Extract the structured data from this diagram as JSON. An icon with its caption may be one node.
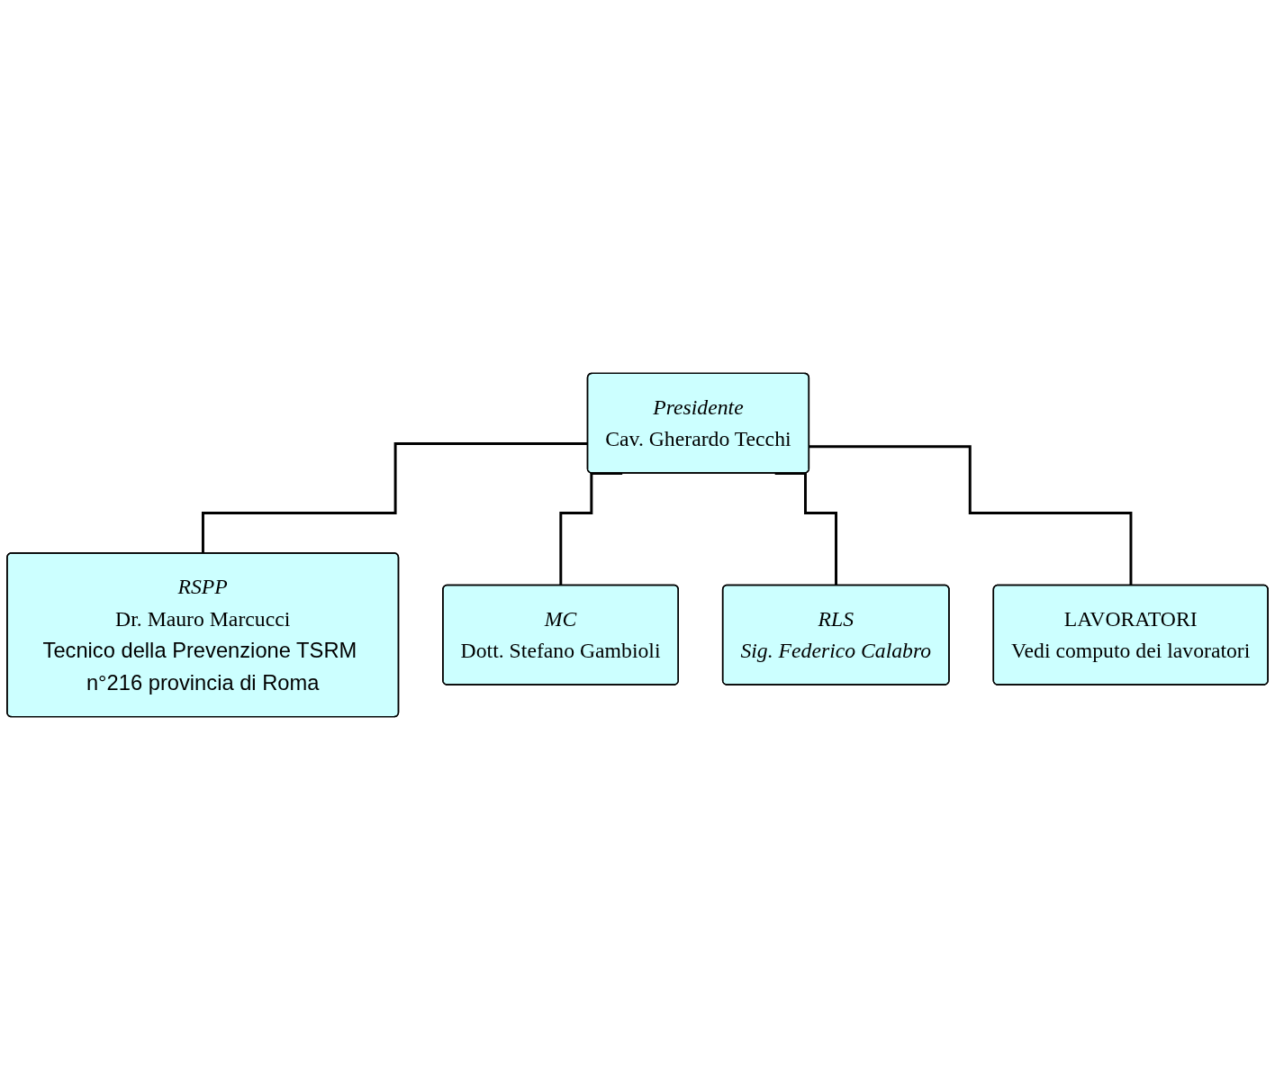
{
  "diagram": {
    "nodes": [
      {
        "text": [
          "Presidente",
          "Cav. Gherardo Tecchi"
        ]
      },
      {
        "text": [
          "RSPP",
          "Dr. Mauro Marcucci",
          "Tecnico della Prevenzione TSRM n°216 provincia di Roma"
        ]
      },
      {
        "text": [
          "MC",
          "Dott. Stefano Gambioli"
        ]
      },
      {
        "text": [
          "RLS",
          "Sig. Federico Calabro"
        ]
      },
      {
        "text": [
          "LAVORATORI",
          "Vedi computo dei lavoratori"
        ]
      }
    ],
    "edges": [
      {
        "from": 0,
        "to": 1,
        "arrow": "none"
      },
      {
        "from": 0,
        "to": 2,
        "arrow": "none"
      },
      {
        "from": 0,
        "to": 3,
        "arrow": "none"
      },
      {
        "from": 0,
        "to": 4,
        "arrow": "none"
      }
    ]
  }
}
